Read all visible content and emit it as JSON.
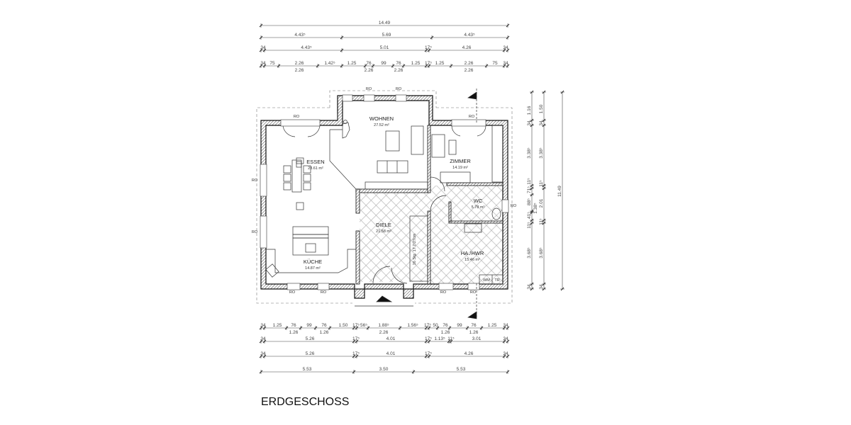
{
  "title": "ERDGESCHOSS",
  "colors": {
    "line": "#222222",
    "wall_hatch": "#555555",
    "dim_line": "#444444",
    "tile": "#999999"
  },
  "dimensions": {
    "top": [
      {
        "upper": [
          "14.49"
        ]
      },
      {
        "upper": [
          "4.43⁵",
          "5.69",
          "4.43⁵"
        ]
      },
      {
        "upper": [
          "34",
          "4.43⁵",
          "5.01",
          "17⁵",
          "4.26",
          "34"
        ]
      },
      {
        "upper": [
          "34",
          "75",
          "2.26",
          "1.42⁵",
          "1.25",
          "76",
          "99",
          "76",
          "1.25",
          "17⁵",
          "1.25",
          "2.26",
          "75",
          "34"
        ],
        "lower": [
          "2.26",
          "2.26",
          "2.26",
          "2.26"
        ]
      }
    ],
    "bottom": [
      {
        "upper": [
          "34",
          "1.25",
          "76",
          "99",
          "76",
          "1.50",
          "17⁵",
          "56⁵",
          "1.88⁵",
          "1.56⁵",
          "17⁵",
          "50",
          "76",
          "99",
          "76",
          "1.25",
          "34"
        ],
        "lower": [
          "1.26",
          "1.26",
          "2.26",
          "1.26",
          "1.26"
        ]
      },
      {
        "upper": [
          "34",
          "5.26",
          "17⁵",
          "4.01",
          "17⁵",
          "1.13⁵",
          "11⁵",
          "3.01",
          "34"
        ]
      },
      {
        "upper": [
          "34",
          "5.26",
          "17⁵",
          "4.01",
          "17⁵",
          "4.26",
          "34"
        ]
      },
      {
        "upper": [
          "5.53",
          "3.50",
          "5.53"
        ]
      }
    ],
    "right": [
      {
        "labels": [
          "1.16",
          "34",
          "3.38⁵",
          "11⁵",
          "71⁵",
          "88⁵",
          "1.38⁵",
          "41⁵",
          "11⁵",
          "3.68⁵",
          "34"
        ]
      },
      {
        "labels": [
          "1.50",
          "34",
          "3.38⁵",
          "11⁵",
          "2.01",
          "11⁵",
          "3.68⁵",
          "34"
        ]
      },
      {
        "labels": [
          "11.49"
        ]
      }
    ]
  },
  "rooms": [
    {
      "name": "WOHNEN",
      "area": "27.52 m²"
    },
    {
      "name": "ESSEN",
      "area": "28.61 m²"
    },
    {
      "name": "ZIMMER",
      "area": "14.19 m²"
    },
    {
      "name": "WC",
      "area": "5.78 m²"
    },
    {
      "name": "DIELE",
      "area": "21.58 m²"
    },
    {
      "name": "KÜCHE",
      "area": "14.87 m²"
    },
    {
      "name": "HA./HWR",
      "area": "15.46 m²"
    }
  ],
  "appliances": [
    "WM",
    "TR"
  ],
  "window_label": "RO",
  "stair_note": "16 Stg. 17.7/27cm"
}
